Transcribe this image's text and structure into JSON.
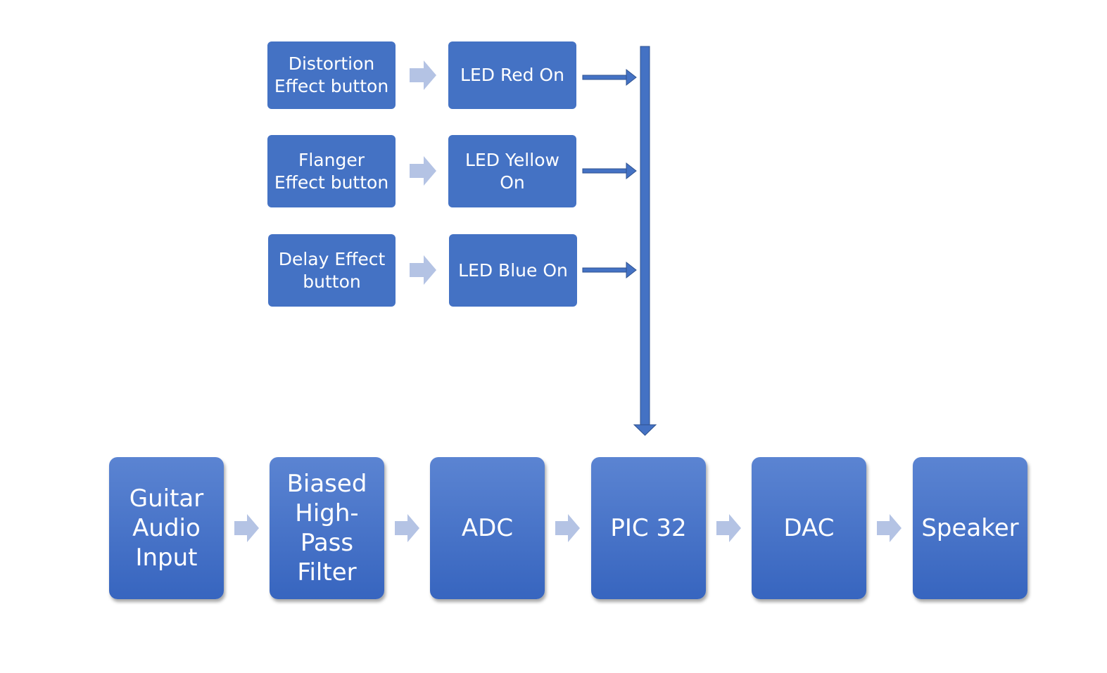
{
  "colors": {
    "box_fill": "#4472c4",
    "box_gradient_top": "#5b84d2",
    "box_gradient_bottom": "#3765bf",
    "box_text": "#ffffff",
    "light_arrow": "#b4c3e4",
    "bus_line": "#4472c4",
    "bus_outline": "#2f528f"
  },
  "buttons": [
    {
      "label": "Distortion\nEffect button"
    },
    {
      "label": "Flanger\nEffect button"
    },
    {
      "label": "Delay Effect\nbutton"
    }
  ],
  "leds": [
    {
      "label": "LED Red On"
    },
    {
      "label": "LED Yellow\nOn"
    },
    {
      "label": "LED Blue On"
    }
  ],
  "chain": [
    {
      "label": "Guitar\nAudio\nInput"
    },
    {
      "label": "Biased\nHigh-\nPass\nFilter"
    },
    {
      "label": "ADC"
    },
    {
      "label": "PIC 32"
    },
    {
      "label": "DAC"
    },
    {
      "label": "Speaker"
    }
  ],
  "icons": {
    "flow_arrow": "light-chevron-arrow-icon",
    "bus_arrow": "blue-line-arrow-icon"
  }
}
